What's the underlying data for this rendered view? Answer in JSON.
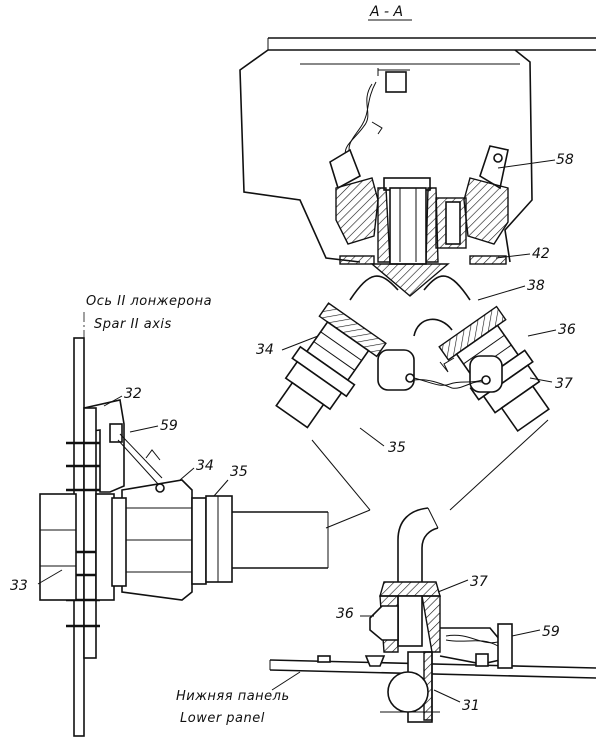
{
  "section_title": "А - А",
  "spar_axis": {
    "ru": "Ось II лонжерона",
    "en": "Spar II axis"
  },
  "lower_panel": {
    "ru": "Нижняя панель",
    "en": "Lower panel"
  },
  "callouts": {
    "c58": "58",
    "c42": "42",
    "c38": "38",
    "c36_top": "36",
    "c37_top": "37",
    "c34_top": "34",
    "c35_top": "35",
    "c32": "32",
    "c59_left": "59",
    "c34_left": "34",
    "c35_left": "35",
    "c33": "33",
    "c36_bottom": "36",
    "c37_bottom": "37",
    "c59_bottom": "59",
    "c31": "31"
  }
}
